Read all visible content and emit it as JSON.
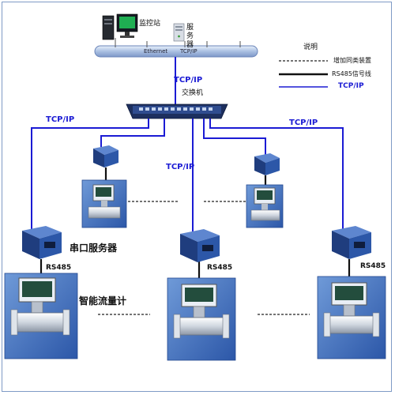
{
  "top": {
    "monitor_station": "监控站",
    "server": "服务器",
    "bus_left": "Ethernet",
    "bus_right": "TCP/IP"
  },
  "switch": {
    "protocol": "TCP/IP",
    "name": "交换机"
  },
  "links": {
    "left": "TCP/IP",
    "middle": "TCP/IP",
    "right": "TCP/IP"
  },
  "legend": {
    "title": "说明",
    "items": [
      {
        "label": "增加同类装置",
        "style": "dashed",
        "color": "#222222"
      },
      {
        "label": "RS485信号线",
        "style": "solid-thick",
        "color": "#111111"
      },
      {
        "label": "TCP/IP",
        "style": "solid",
        "color": "#1b1bd4"
      }
    ]
  },
  "devices": {
    "serial_server_label": "串口服务器",
    "flowmeter_label": "智能流量计",
    "rs485_labels": [
      "RS485",
      "RS485",
      "RS485"
    ]
  },
  "colors": {
    "tcp_line": "#1b1bd4",
    "rs485_line": "#111111",
    "switch_body": "#23407a",
    "device_body": "#2a4f9a",
    "panel_bg": "#4a78c4"
  }
}
